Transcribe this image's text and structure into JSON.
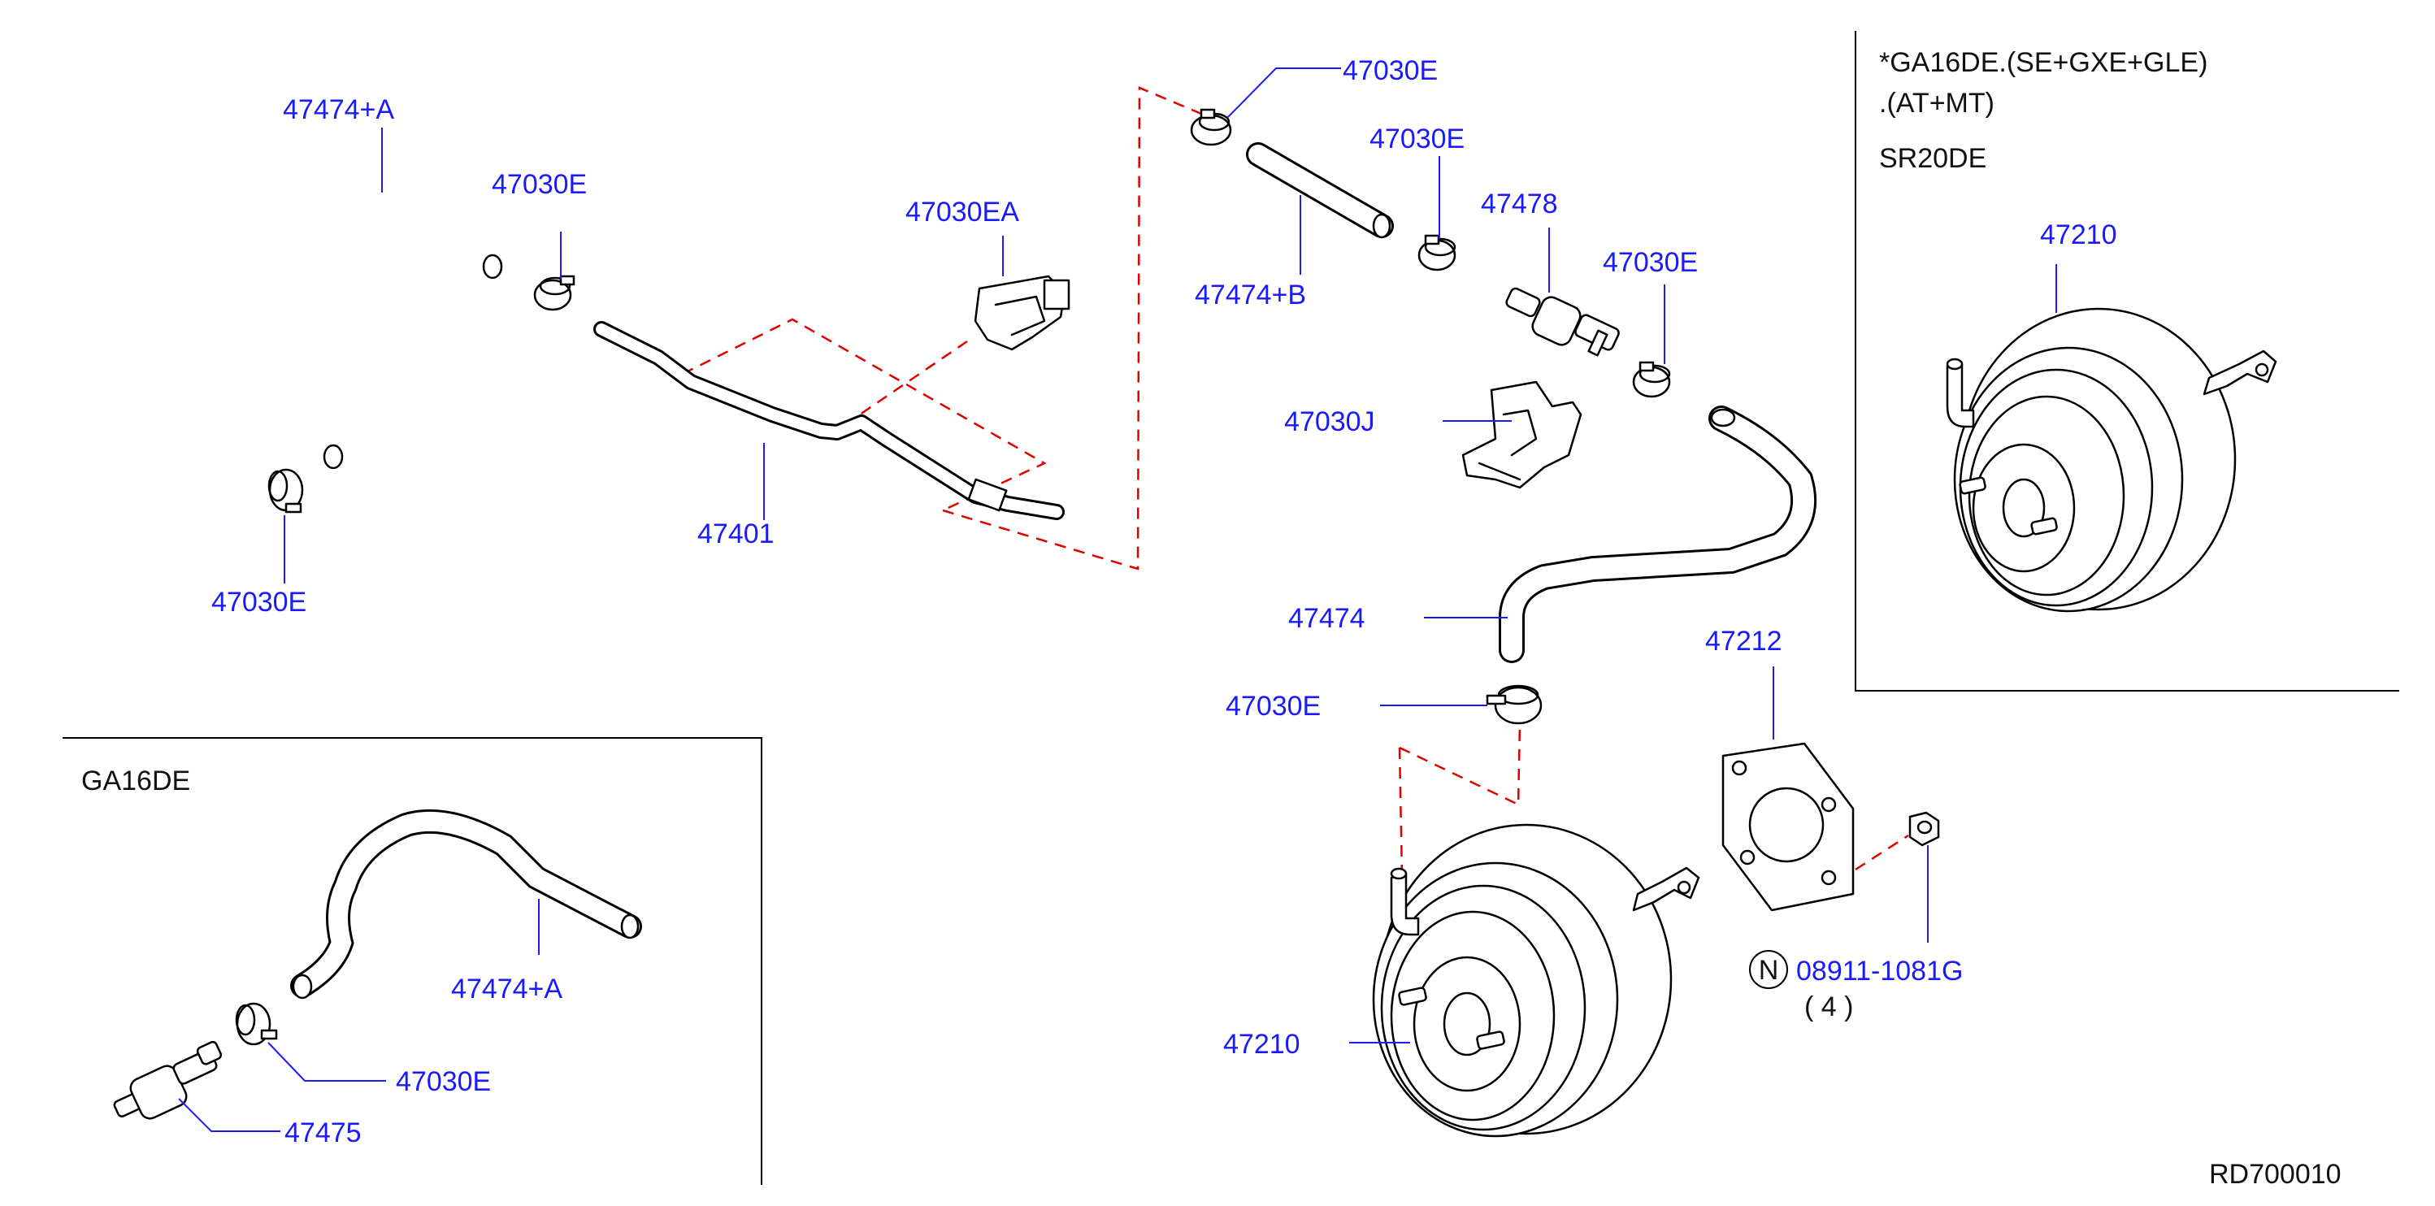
{
  "labels": {
    "hose_a_top": "47474+A",
    "clamp_top_left": "47030E",
    "clamp_bottom_left": "47030E",
    "tube_47401": "47401",
    "clip_ea": "47030EA",
    "clamp_top_mid": "47030E",
    "hose_b": "47474+B",
    "clamp_mid": "47030E",
    "valve_47478": "47478",
    "clamp_right": "47030E",
    "clip_j": "47030J",
    "hose_47474": "47474",
    "clamp_lower": "47030E",
    "gasket": "47212",
    "booster_main": "47210",
    "booster_inset": "47210",
    "nut": "08911-1081G",
    "nut_qty": "( 4 )",
    "nut_symbol": "N",
    "inset_hose": "47474+A",
    "inset_clamp": "47030E",
    "inset_valve": "47475",
    "diagram_code": "RD700010"
  },
  "notes": {
    "ga16de_line1": "*GA16DE.(SE+GXE+GLE)",
    "ga16de_line2": ".(AT+MT)",
    "sr20de": "SR20DE",
    "ga16de_box": "GA16DE"
  },
  "colors": {
    "label": "#1a1aff",
    "dashed_line": "#e00000",
    "part_outline": "#000000"
  }
}
